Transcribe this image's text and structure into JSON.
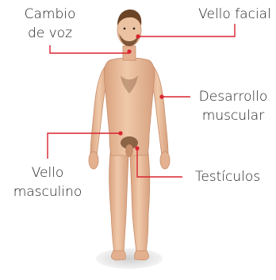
{
  "diagram": {
    "colors": {
      "leader_line": "#d9232f",
      "leader_dot": "#d9232f",
      "skin": "#ecc3a2",
      "skin_shade": "#d9a27f",
      "hair": "#6b4326",
      "shadow": "#d8d8d8"
    },
    "labels": {
      "voice_change": {
        "line1": "Cambio",
        "line2": "de voz"
      },
      "facial_hair": {
        "line1": "Vello facial"
      },
      "muscle_development": {
        "line1": "Desarrollo",
        "line2": "muscular"
      },
      "male_hair": {
        "line1": "Vello",
        "line2": "masculino"
      },
      "testicles": {
        "line1": "Testículos"
      }
    }
  }
}
